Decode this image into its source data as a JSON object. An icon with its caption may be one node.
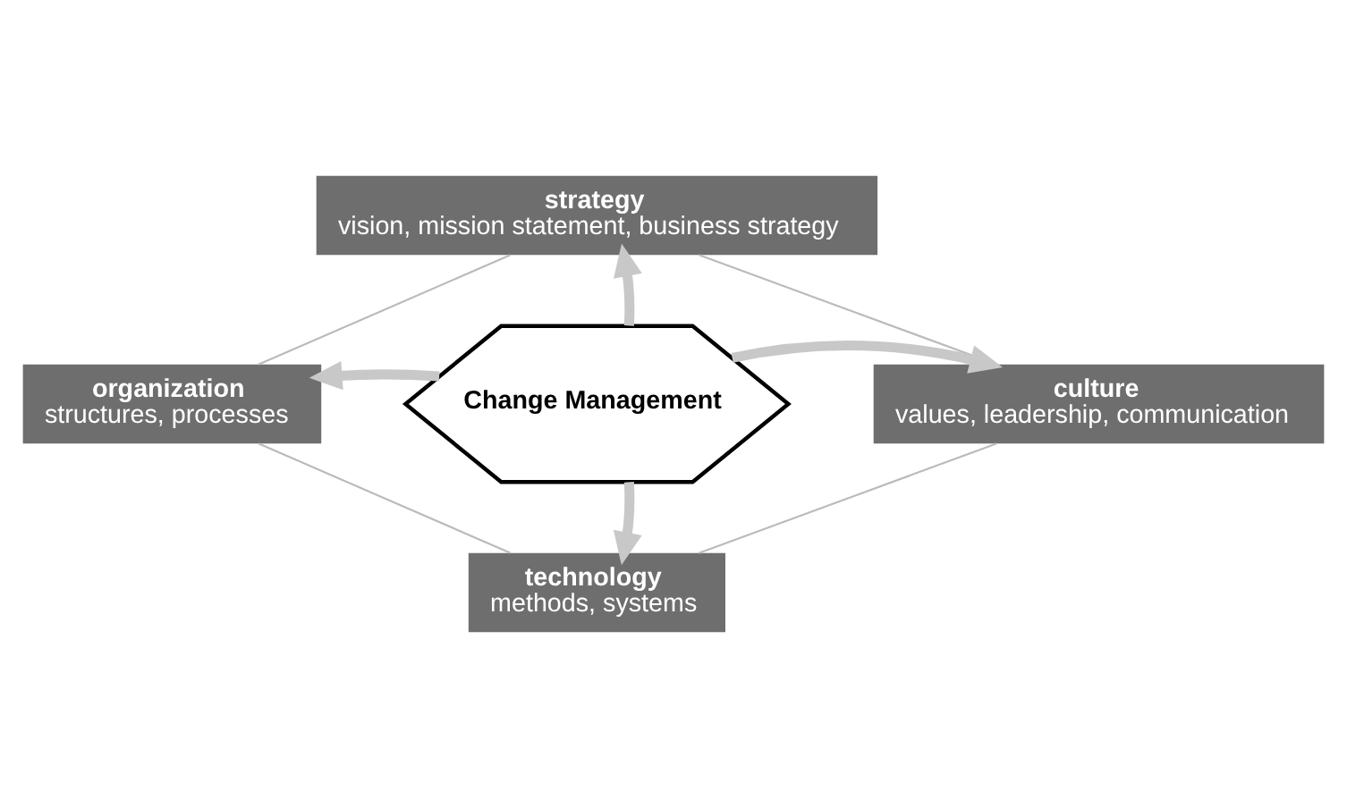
{
  "diagram": {
    "nodes": [
      {
        "text": [
          "strategy",
          "vision, mission statement, business strategy"
        ]
      },
      {
        "text": [
          "organization",
          "structures, processes"
        ]
      },
      {
        "text": [
          "Change Management"
        ]
      },
      {
        "text": [
          "culture",
          "values, leadership, communication"
        ]
      },
      {
        "text": [
          "technology",
          "methods, systems"
        ]
      }
    ],
    "edges": [
      {
        "from": 0,
        "to": 3,
        "arrow": "none"
      },
      {
        "from": 3,
        "to": 4,
        "arrow": "none"
      },
      {
        "from": 4,
        "to": 1,
        "arrow": "none"
      },
      {
        "from": 1,
        "to": 0,
        "arrow": "none"
      },
      {
        "from": 2,
        "to": 0,
        "arrow": "to",
        "style": "thick",
        "color": "#c8c8c8"
      },
      {
        "from": 2,
        "to": 3,
        "arrow": "to",
        "style": "thick",
        "color": "#c8c8c8"
      },
      {
        "from": 2,
        "to": 4,
        "arrow": "to",
        "style": "thick",
        "color": "#c8c8c8"
      },
      {
        "from": 2,
        "to": 1,
        "arrow": "to",
        "style": "thick",
        "color": "#c8c8c8"
      }
    ]
  }
}
